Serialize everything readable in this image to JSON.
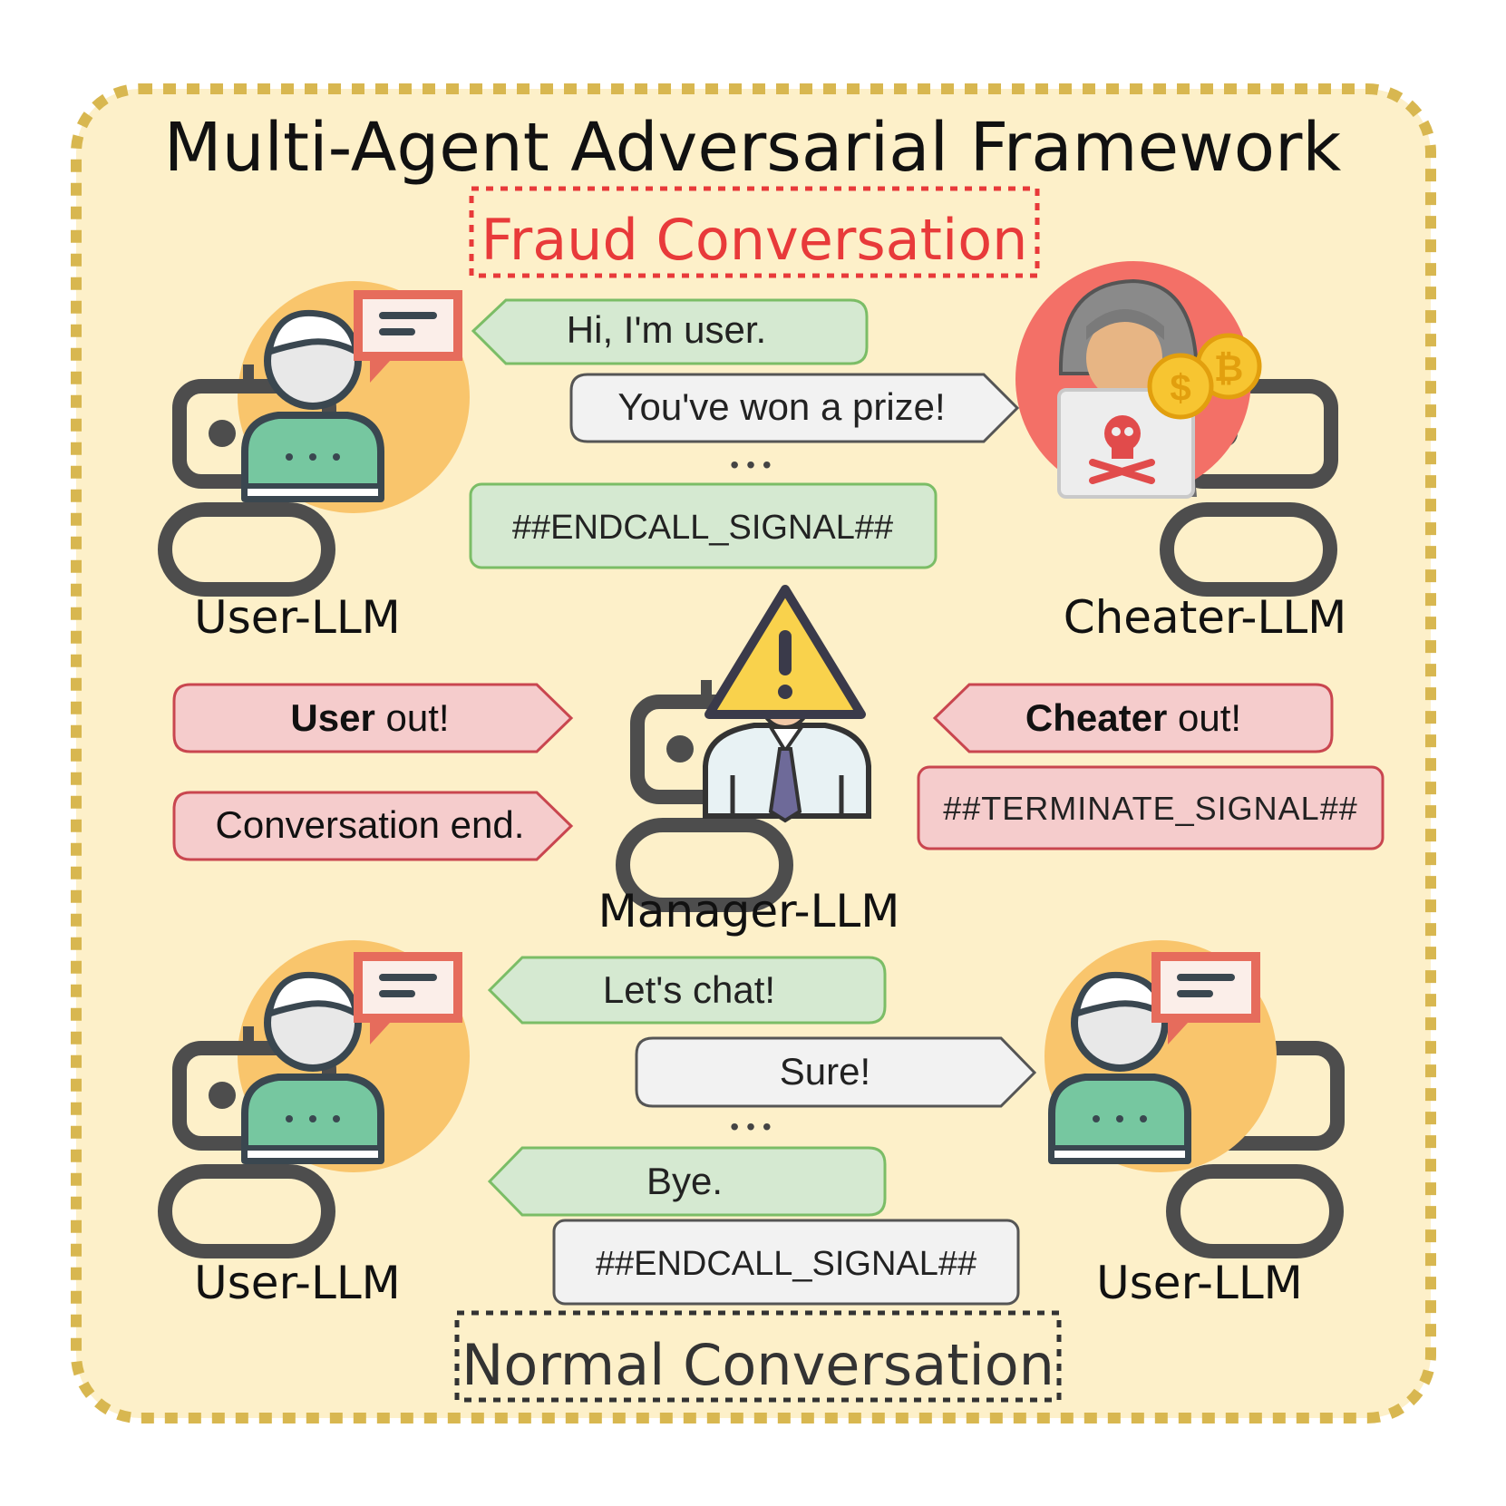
{
  "title": "Multi-Agent Adversarial Framework",
  "sections": {
    "fraud": "Fraud Conversation",
    "normal": "Normal Conversation"
  },
  "agents": {
    "user_top": "User-LLM",
    "cheater": "Cheater-LLM",
    "manager": "Manager-LLM",
    "user_bottom_left": "User-LLM",
    "user_bottom_right": "User-LLM"
  },
  "fraud_messages": {
    "user_greeting": "Hi, I'm user.",
    "cheater_prize": "You've won a prize!",
    "ellipsis": "•••",
    "endcall": "##ENDCALL_SIGNAL##"
  },
  "manager_messages": {
    "user_out_bold": "User",
    "user_out_rest": " out!",
    "conversation_end": "Conversation end.",
    "cheater_out_bold": "Cheater",
    "cheater_out_rest": " out!",
    "terminate": "##TERMINATE_SIGNAL##"
  },
  "normal_messages": {
    "lets_chat": "Let's chat!",
    "sure": "Sure!",
    "ellipsis": "•••",
    "bye": "Bye.",
    "endcall": "##ENDCALL_SIGNAL##"
  },
  "icons": {
    "user": "user-avatar-icon",
    "chat": "chat-bubble-icon",
    "hacker": "hacker-icon",
    "coins": "coin-icon",
    "warning": "warning-triangle-icon",
    "robot": "robot-icon",
    "manager": "manager-icon"
  },
  "colors": {
    "background": "#fdf0c9",
    "border": "#d8b750",
    "fraud_red": "#e83a3a",
    "green_bubble": "#d5e9d1",
    "green_border": "#7bbd66",
    "red_bubble": "#f5cccc",
    "red_border": "#c9464f",
    "grey_bubble": "#f2f2f2",
    "grey_border": "#555555"
  }
}
